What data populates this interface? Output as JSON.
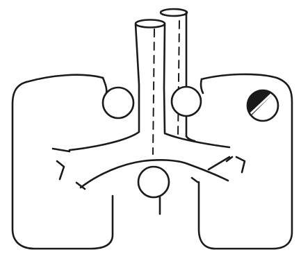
{
  "figure": {
    "background": "#ffffff",
    "ink_color": "#1a1a1a",
    "lesion_fill": "#1a1a1a",
    "parts": [
      "trachea",
      "esophagus",
      "left-lung",
      "right-lung",
      "left-hilar-lymph-node",
      "right-hilar-lymph-node",
      "subcarinal-lymph-node",
      "lung-lesion"
    ]
  }
}
